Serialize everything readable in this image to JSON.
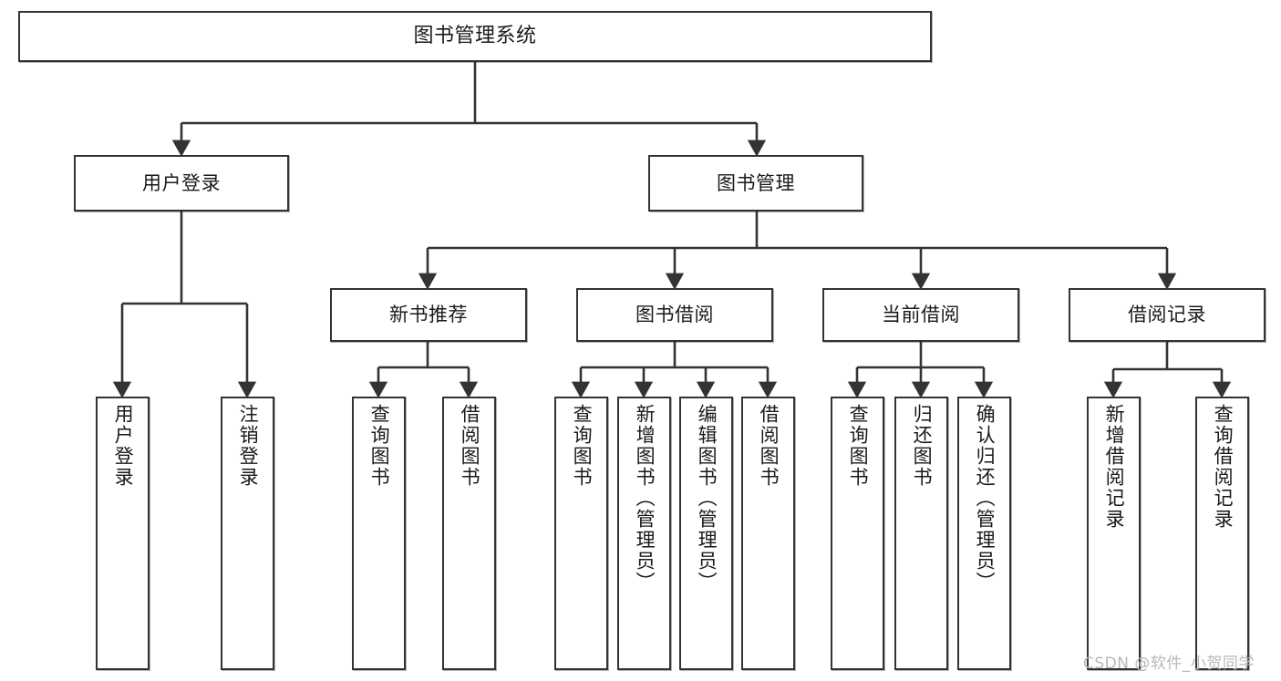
{
  "diagram": {
    "title": "图书管理系统",
    "type": "tree",
    "stroke_color": "#333333",
    "fill_color": "#ffffff",
    "text_color": "#1a1a1a",
    "nodes": {
      "root": {
        "label": "图书管理系统"
      },
      "level2": [
        {
          "id": "user-login",
          "label": "用户登录"
        },
        {
          "id": "book-manage",
          "label": "图书管理"
        }
      ],
      "level3": [
        {
          "id": "new-book-recommend",
          "label": "新书推荐"
        },
        {
          "id": "book-borrow",
          "label": "图书借阅"
        },
        {
          "id": "current-borrow",
          "label": "当前借阅"
        },
        {
          "id": "borrow-record",
          "label": "借阅记录"
        }
      ],
      "leaves": {
        "user_login": [
          {
            "id": "leaf-user-login",
            "label": "用户登录"
          },
          {
            "id": "leaf-logout",
            "label": "注销登录"
          }
        ],
        "new_book_recommend": [
          {
            "id": "leaf-query-book-1",
            "label": "查询图书"
          },
          {
            "id": "leaf-borrow-book-1",
            "label": "借阅图书"
          }
        ],
        "book_borrow": [
          {
            "id": "leaf-query-book-2",
            "label": "查询图书"
          },
          {
            "id": "leaf-add-book",
            "label": "新增图书（管理员）"
          },
          {
            "id": "leaf-edit-book",
            "label": "编辑图书（管理员）"
          },
          {
            "id": "leaf-borrow-book-2",
            "label": "借阅图书"
          }
        ],
        "current_borrow": [
          {
            "id": "leaf-query-book-3",
            "label": "查询图书"
          },
          {
            "id": "leaf-return-book",
            "label": "归还图书"
          },
          {
            "id": "leaf-confirm-return",
            "label": "确认归还（管理员）"
          }
        ],
        "borrow_record": [
          {
            "id": "leaf-add-record",
            "label": "新增借阅记录"
          },
          {
            "id": "leaf-query-record",
            "label": "查询借阅记录"
          }
        ]
      }
    }
  },
  "watermark": {
    "text": "CSDN @软件_小贺同学"
  }
}
